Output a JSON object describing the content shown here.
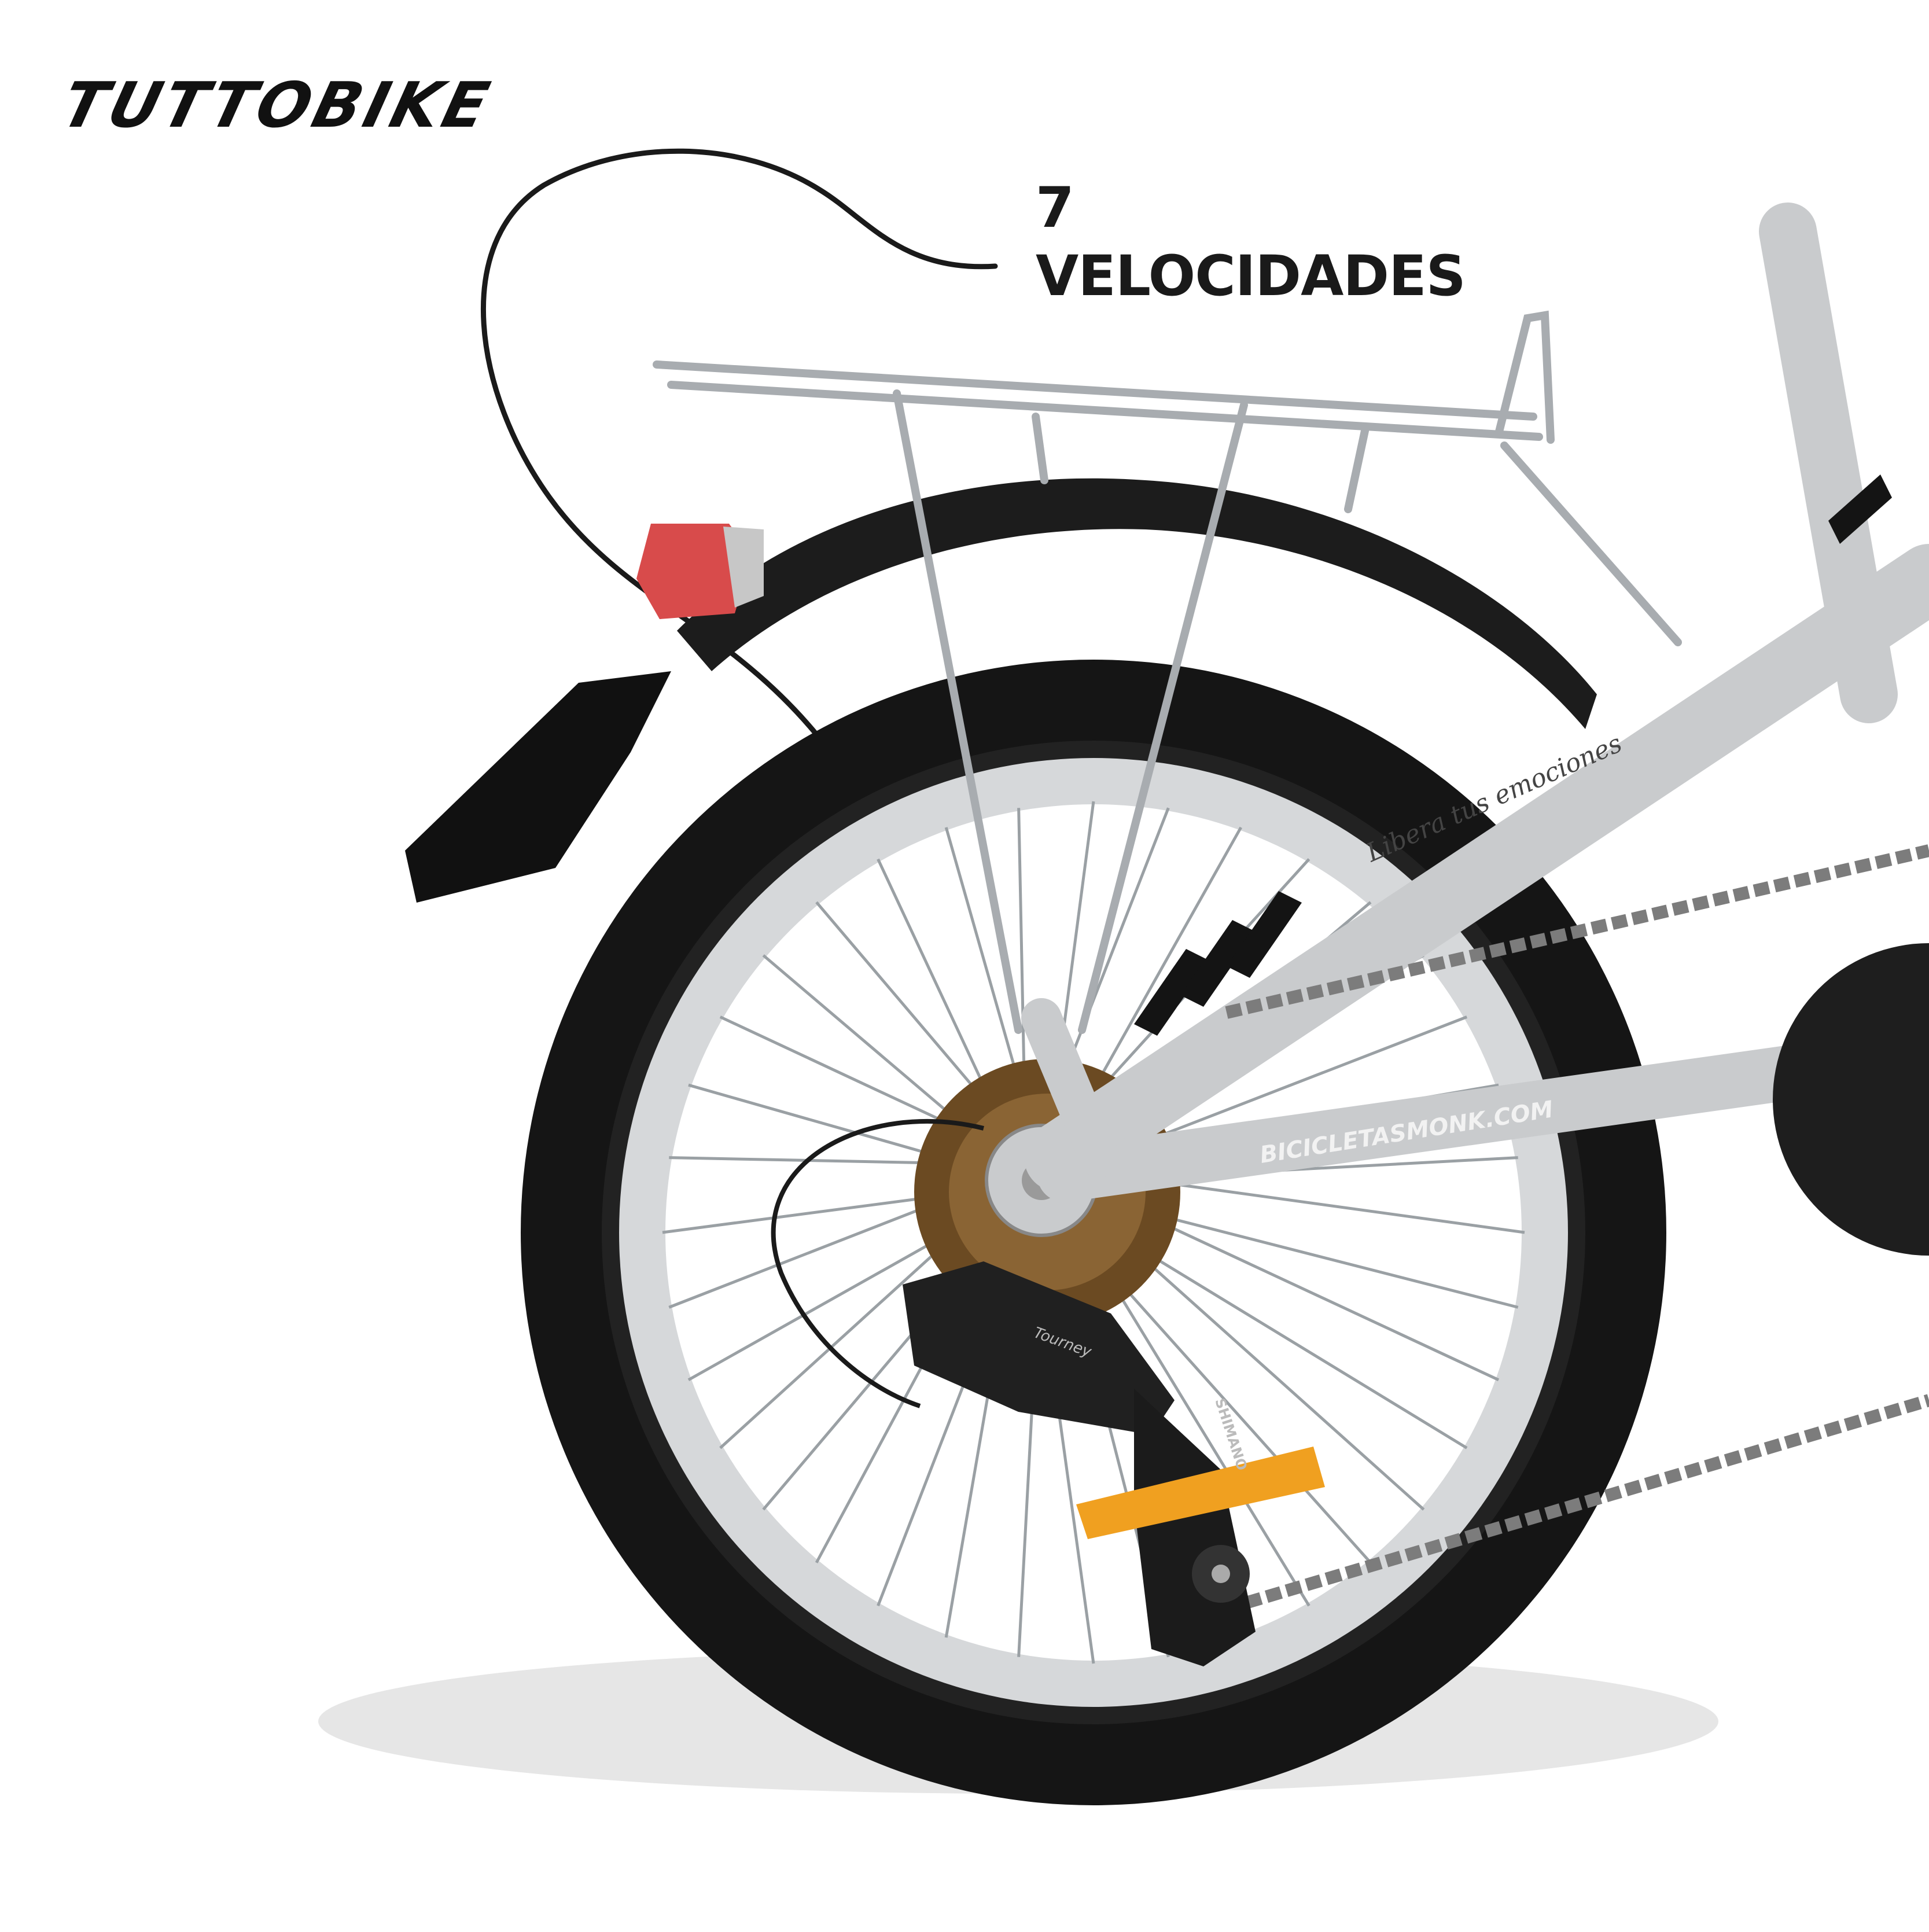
{
  "brand": {
    "logo_text": "TUTTOBIKE"
  },
  "callout": {
    "line1": "7",
    "line2": "VELOCIDADES"
  },
  "frame_text": {
    "slogan": "Libera tus emociones",
    "website": "BICICLETASMONK.COM",
    "derailleur_model": "Tourney",
    "derailleur_brand": "SHIMANO"
  },
  "colors": {
    "background": "#ffffff",
    "frame": "#c9cbcd",
    "tire": "#151515",
    "rim": "#d6d8da",
    "cassette": "#6b4a22",
    "reflector_rear": "#d84b4b",
    "reflector_pedal": "#f0a020",
    "shadow": "#e6e6e6"
  }
}
